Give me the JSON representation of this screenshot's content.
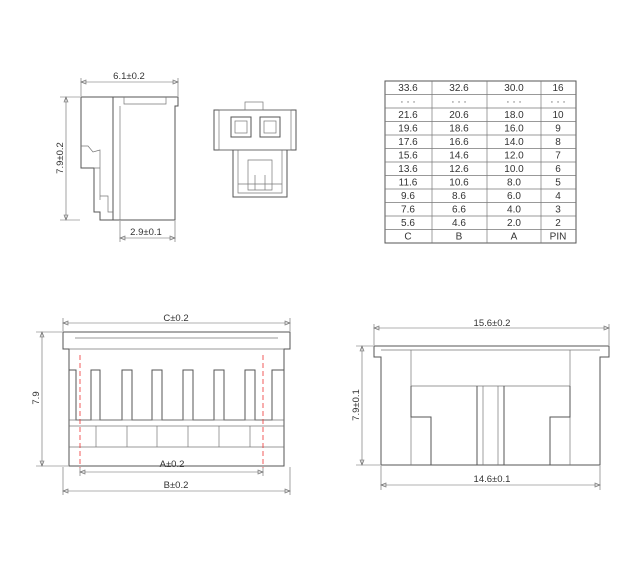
{
  "side_view": {
    "width_label": "6.1±0.2",
    "height_label": "7.9±0.2",
    "slot_label": "2.9±0.1"
  },
  "front_view": {
    "c_label": "C±0.2",
    "a_label": "A±0.2",
    "b_label": "B±0.2",
    "height_label": "7.9"
  },
  "end_view": {
    "top_label": "15.6±0.2",
    "bottom_label": "14.6±0.1",
    "height_label": "7.9±0.1"
  },
  "table": {
    "header": [
      "C",
      "B",
      "A",
      "PIN"
    ],
    "top_row": [
      "33.6",
      "32.6",
      "30.0",
      "16"
    ],
    "ellipsis_row": [
      "· · ·",
      "· · ·",
      "· · ·",
      "· · ·"
    ],
    "rows": [
      [
        "21.6",
        "20.6",
        "18.0",
        "10"
      ],
      [
        "19.6",
        "18.6",
        "16.0",
        "9"
      ],
      [
        "17.6",
        "16.6",
        "14.0",
        "8"
      ],
      [
        "15.6",
        "14.6",
        "12.0",
        "7"
      ],
      [
        "13.6",
        "12.6",
        "10.0",
        "6"
      ],
      [
        "11.6",
        "10.6",
        "8.0",
        "5"
      ],
      [
        "9.6",
        "8.6",
        "6.0",
        "4"
      ],
      [
        "7.6",
        "6.6",
        "4.0",
        "3"
      ],
      [
        "5.6",
        "4.6",
        "2.0",
        "2"
      ]
    ]
  }
}
